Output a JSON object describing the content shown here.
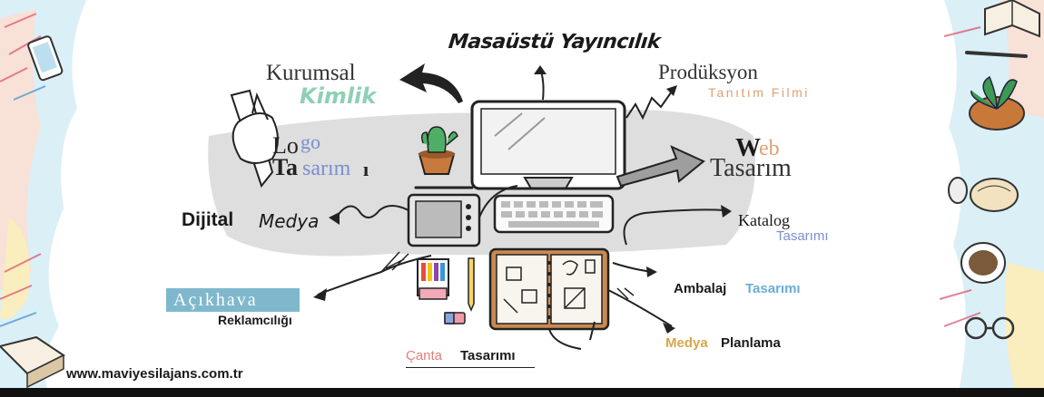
{
  "colors": {
    "mint": "#8fd0b4",
    "periwinkle": "#7a8fd0",
    "peach": "#e0a070",
    "teal_box": "#7fb8cc",
    "coral": "#e2807a",
    "gold": "#d9a64a",
    "sky": "#6aaed6",
    "ink": "#1a1a1a",
    "wash": "#d7d7d7"
  },
  "labels": {
    "masaustu": "Masaüstü Yayıncılık",
    "kurumsal_1": "Kurumsal",
    "kurumsal_2": "Kimlik",
    "produksyon_1": "Prodüksyon",
    "produksyon_2": "Tanıtım Filmi",
    "logo_lo": "Lo",
    "logo_go": "go",
    "logo_ta": "Ta",
    "logo_sarimi": "sarım",
    "logo_end": "ı",
    "web_w": "W",
    "web_eb": "eb",
    "web_2": "Tasarım",
    "dijital_1": "Dijital",
    "dijital_2": "Medya",
    "katalog_1": "Katalog",
    "katalog_2": "Tasarımı",
    "acikhava_1": "Açıkhava",
    "acikhava_2": "Reklamcılığı",
    "ambalaj_1": "Ambalaj",
    "ambalaj_2": "Tasarımı",
    "medya_1": "Medya",
    "medya_2": "Planlama",
    "canta_1": "Çanta",
    "canta_2": "Tasarımı",
    "website": "www.maviyesilajans.com.tr"
  },
  "icons": [
    "monitor-icon",
    "keyboard-icon",
    "tablet-icon",
    "stylus-icon",
    "cactus-icon",
    "notebook-icon",
    "markers-icon",
    "pencil-icon",
    "eraser-icon",
    "hand-drawing-icon",
    "books-icon",
    "coffee-cup-icon",
    "glasses-icon",
    "croissant-icon",
    "plant-icon",
    "phone-icon"
  ]
}
